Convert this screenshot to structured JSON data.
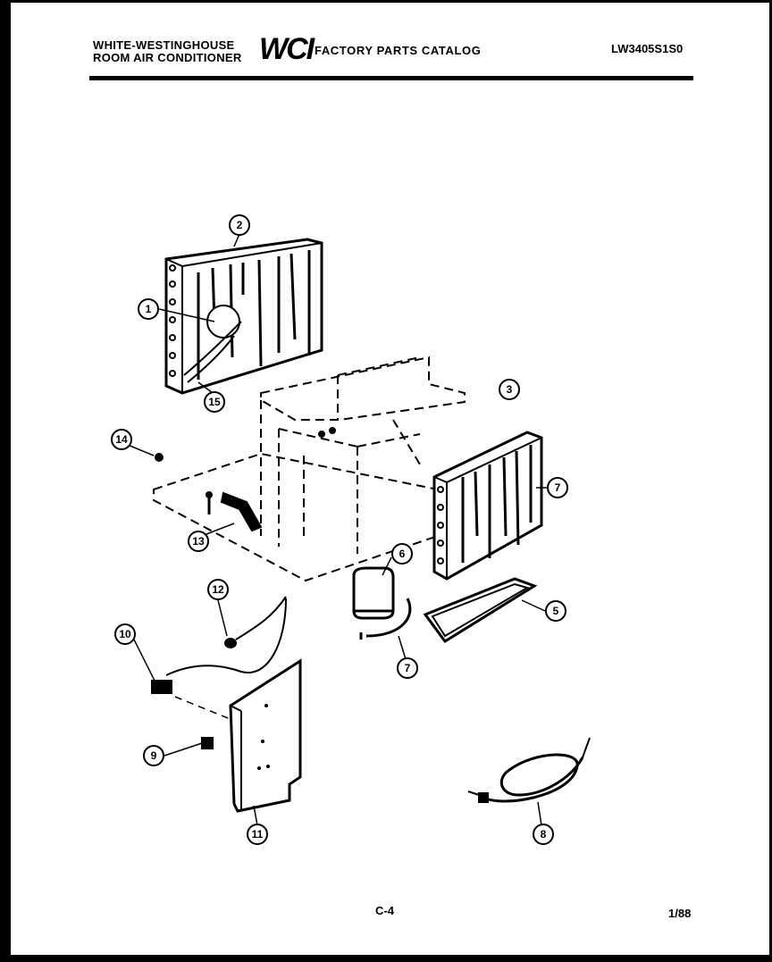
{
  "header": {
    "brand_line1": "WHITE-WESTINGHOUSE",
    "brand_line2": "ROOM AIR CONDITIONER",
    "logo": "WCI",
    "catalog_title": "FACTORY PARTS CATALOG",
    "model_number": "LW3405S1S0"
  },
  "footer": {
    "page_label": "C-4",
    "date_code": "1/88"
  },
  "callouts": {
    "c1": "1",
    "c2": "2",
    "c3": "3",
    "c5": "5",
    "c6": "6",
    "c7a": "7",
    "c7b": "7",
    "c8": "8",
    "c9": "9",
    "c10": "10",
    "c11": "11",
    "c12": "12",
    "c13": "13",
    "c14": "14",
    "c15": "15"
  }
}
